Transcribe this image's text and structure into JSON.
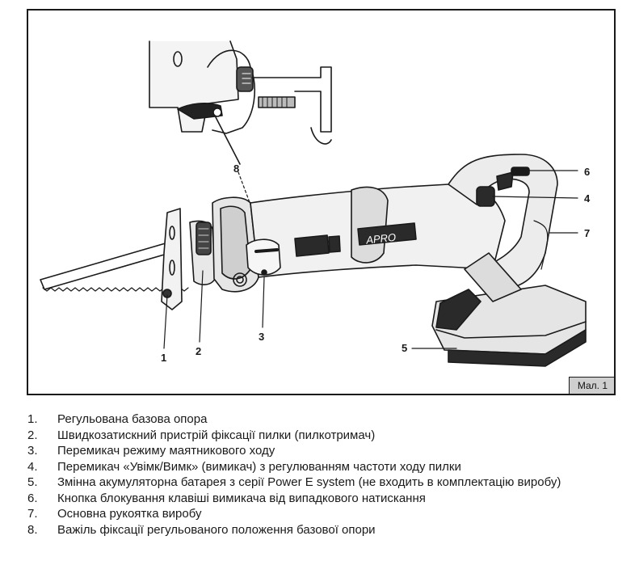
{
  "figure": {
    "label": "Мал. 1",
    "brand": "APRO",
    "callouts": [
      "1",
      "2",
      "3",
      "4",
      "5",
      "6",
      "7",
      "8"
    ]
  },
  "legend": [
    {
      "num": "1.",
      "text": "Регульована базова опора"
    },
    {
      "num": "2.",
      "text": "Швидкозатискний пристрій фіксації пилки (пилкотримач)"
    },
    {
      "num": "3.",
      "text": "Перемикач режиму маятникового ходу"
    },
    {
      "num": "4.",
      "text": "Перемикач «Увімк/Вимк» (вимикач) з регулюванням частоти ходу пилки"
    },
    {
      "num": "5.",
      "text": "Змінна акумуляторна батарея з серії Power E system (не входить в комплектацію виробу)"
    },
    {
      "num": "6.",
      "text": "Кнопка блокування клавіші вимикача від випадкового натискання"
    },
    {
      "num": "7.",
      "text": "Основна рукоятка виробу"
    },
    {
      "num": "8.",
      "text": "Важіль фіксації регульованого положення базової опори"
    }
  ]
}
